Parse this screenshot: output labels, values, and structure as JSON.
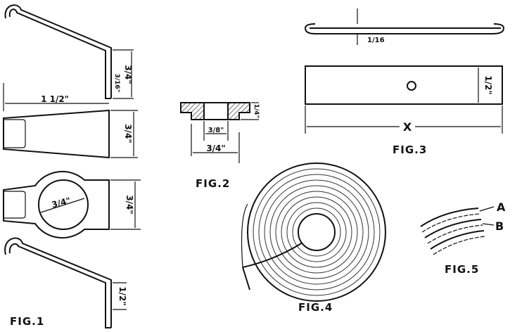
{
  "figures": {
    "fig1": {
      "caption": "FIG.1",
      "dim_length": "1 1/2\"",
      "dim_width_top": "3/4\"",
      "dim_slot": "3/16\"",
      "dim_width_mid": "3/4\"",
      "dim_hole": "3/4\"",
      "dim_width_lower": "3/4\"",
      "dim_bend": "1/2\""
    },
    "fig2": {
      "caption": "FIG.2",
      "dim_height": "1/4\"",
      "dim_bore": "3/8\"",
      "dim_outer": "3/4\""
    },
    "fig3": {
      "caption": "FIG.3",
      "dim_thickness": "1/16",
      "dim_width": "1/2\"",
      "dim_length": "X"
    },
    "fig4": {
      "caption": "FIG.4"
    },
    "fig5": {
      "caption": "FIG.5",
      "label_a": "A",
      "label_b": "B"
    }
  }
}
